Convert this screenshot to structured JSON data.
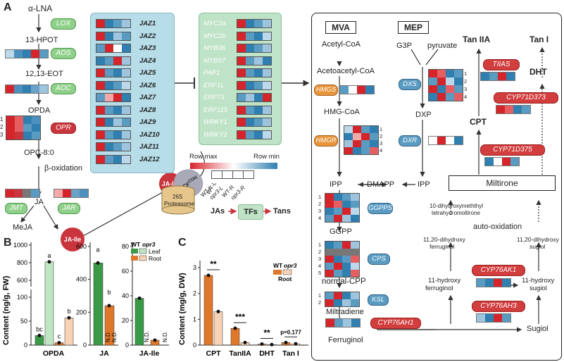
{
  "panels": {
    "a": "A",
    "b": "B",
    "c": "C"
  },
  "pathway_a": {
    "alpha_lna": "α-LNA",
    "hpot": "13-HPOT",
    "eot": "12,13-EOT",
    "opda": "OPDA",
    "opc": "OPC-8:0",
    "beta_ox": "β-oxidation",
    "ja": "JA",
    "meja": "MeJA",
    "ja_ile": "JA-Ile",
    "enzymes": {
      "lox": "LOX",
      "aos": "AOS",
      "aoc": "AOC",
      "opr": "OPR",
      "jmt": "JMT",
      "jar": "JAR"
    },
    "opr_rows": [
      "1",
      "2",
      "3"
    ],
    "scf": "SCF",
    "scf_sup": "COI1",
    "proteasome_1": "26S",
    "proteasome_2": "Proteasome"
  },
  "jaz_genes": [
    "JAZ1",
    "JAZ2",
    "JAZ3",
    "JAZ4",
    "JAZ5",
    "JAZ6",
    "JAZ7",
    "JAZ8",
    "JAZ9",
    "JAZ10",
    "JAZ11",
    "JAZ12"
  ],
  "tf_genes": [
    "MYC2a",
    "MYC2b",
    "MYB36",
    "MYB97",
    "PAP1",
    "ERF1L",
    "ERF73",
    "ERF115",
    "WRKY1",
    "WRKY2"
  ],
  "legend": {
    "row_max": "Row max",
    "row_min": "Row min",
    "samples": [
      "WT-L",
      "opr3-L",
      "WT-R",
      "opr3-R"
    ],
    "flow_jas": "JAs",
    "flow_tfs": "TFs",
    "flow_tans": "Tans",
    "colors": {
      "max": "#d6242b",
      "mid": "#ffffff",
      "min": "#2f7fb0"
    }
  },
  "pathway_right": {
    "mva": "MVA",
    "mep": "MEP",
    "acetyl_coa": "Acetyl-CoA",
    "acetoacetyl_coa": "Acetoacetyl-CoA",
    "hmg_coa": "HMG-CoA",
    "g3p": "G3P",
    "pyruvate": "pyruvate",
    "dxp": "DXP",
    "ipp": "IPP",
    "dmapp": "DMAPP",
    "ipp2": "IPP",
    "ggpp": "GGPP",
    "normal_cpp": "normal-CPP",
    "miltradiene": "Miltradiene",
    "ferruginol": "Ferruginol",
    "sugiol": "Sugiol",
    "tan_iia": "Tan IIA",
    "tan_i": "Tan I",
    "cpt": "CPT",
    "dht": "DHT",
    "miltirone": "Miltirone",
    "auto_ox": "auto-oxidation",
    "tetra_1": "10-dihydroxymeththyl",
    "tetra_2": "tetrahydromoltirone",
    "dihydroxy_ferr_1": "11,20-dihydroxy",
    "dihydroxy_ferr_2": "ferruginol",
    "dihydroxy_sug_1": "11,20-dihydroxy",
    "dihydroxy_sug_2": "sugiol",
    "hydroxy_ferr_1": "11-hydroxy",
    "hydroxy_ferr_2": "ferruginol",
    "hydroxy_sug_1": "11-hydroxy",
    "hydroxy_sug_2": "sugiol",
    "enzymes": {
      "hmgs": "HMGS",
      "hmgr": "HMGR",
      "dxs": "DXS",
      "dxr": "DXR",
      "ggpps": "GGPPS",
      "cps": "CPS",
      "ksl": "KSL",
      "cyp76ah1": "CYP76AH1",
      "tiias": "TIIAS",
      "cyp71d373": "CYP71D373",
      "cyp71d375": "CYP71D375",
      "cyp76ak1": "CYP76AK1",
      "cyp76ah3": "CYP76AH3"
    },
    "row_nums_4": [
      "1",
      "2",
      "3",
      "4"
    ],
    "row_nums_2": [
      "1",
      "2"
    ],
    "row_nums_5": [
      "1",
      "2",
      "3",
      "4",
      "5"
    ]
  },
  "chart_data": [
    {
      "type": "bar",
      "panel": "B",
      "ylabel": "Content (ng/g, FW)",
      "legend": {
        "genotypes": [
          "WT",
          "opr3"
        ],
        "tissues": [
          "Leaf",
          "Root"
        ]
      },
      "yticks_upper": [
        "1000",
        "800",
        "600"
      ],
      "yticks_lower": [
        "100",
        "50",
        "0"
      ],
      "opda": {
        "categories": [
          "OPDA"
        ],
        "series": [
          {
            "name": "WT Leaf",
            "value": 20,
            "letter": "bc"
          },
          {
            "name": "opr3 Leaf",
            "value": 810,
            "letter": "a"
          },
          {
            "name": "WT Root",
            "value": 5,
            "letter": "c"
          },
          {
            "name": "opr3 Root",
            "value": 57,
            "letter": "b"
          }
        ]
      },
      "ja": {
        "categories": [
          "JA"
        ],
        "yticks": [
          "600",
          "400",
          "200",
          "0"
        ],
        "series": [
          {
            "name": "WT Leaf",
            "value": 500,
            "letter": "a"
          },
          {
            "name": "WT Root",
            "value": 240,
            "letter": "b"
          }
        ],
        "nd": "N.D."
      },
      "ja_ile": {
        "categories": [
          "JA-Ile"
        ],
        "yticks": [
          "80",
          "60",
          "40",
          "20",
          "0"
        ],
        "series": [
          {
            "name": "WT Leaf",
            "value": 38
          },
          {
            "name": "WT Root",
            "value": 4
          }
        ],
        "nd": "N.D."
      }
    },
    {
      "type": "bar",
      "panel": "C",
      "ylabel": "Content (mg/g, DW)",
      "legend": {
        "genotypes": [
          "WT",
          "opr3"
        ],
        "tissues": [
          "Root"
        ]
      },
      "categories": [
        "CPT",
        "TanIIA",
        "DHT",
        "Tan I"
      ],
      "yticks": [
        "3",
        "2",
        "1",
        "0"
      ],
      "series": [
        {
          "name": "WT",
          "values": [
            2.7,
            0.65,
            0.04,
            0.1
          ]
        },
        {
          "name": "opr3",
          "values": [
            1.3,
            0.1,
            0.02,
            0.05
          ]
        }
      ],
      "significance": [
        "**",
        "***",
        "**",
        "p=0.177"
      ]
    }
  ]
}
